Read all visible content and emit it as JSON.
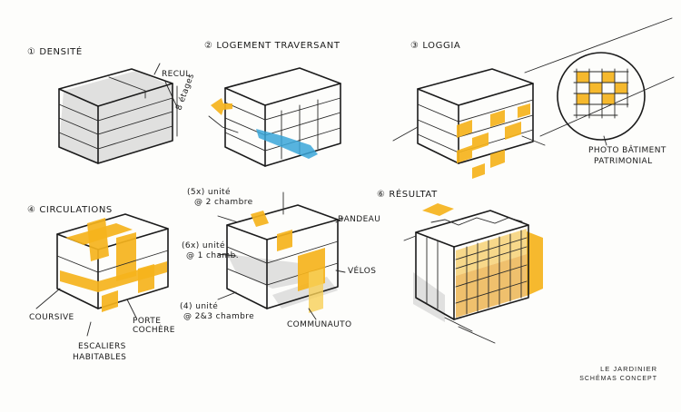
{
  "titles": {
    "t1": "① DENSITÉ",
    "t2": "② LOGEMENT TRAVERSANT",
    "t3": "③ LOGGIA",
    "t4": "④ CIRCULATIONS",
    "t6": "⑥ RÉSULTAT"
  },
  "annotations": {
    "recul": "RECUL",
    "etages": "8 étages",
    "photo1": "PHOTO BÂTIMENT",
    "photo2": "PATRIMONIAL",
    "unit1a": "(5x) unité",
    "unit1b": "@ 2 chambre",
    "unit2a": "(6x) unité",
    "unit2b": "@ 1 chamb.",
    "unit3a": "(4) unité",
    "unit3b": "@ 2&3 chambre",
    "bandeau": "BANDEAU",
    "velos": "VÉLOS",
    "coursive": "COURSIVE",
    "porte1": "PORTE",
    "porte2": "COCHÈRE",
    "escal1": "ESCALIERS",
    "escal2": "HABITABLES",
    "commun": "COMMUNAUTO"
  },
  "footer": {
    "line1": "LE JARDINIER",
    "line2": "SCHÉMAS CONCEPT"
  },
  "colors": {
    "accent": "#f5b31c",
    "ink": "#1b1b1b",
    "wash": "#c9c9c9"
  }
}
